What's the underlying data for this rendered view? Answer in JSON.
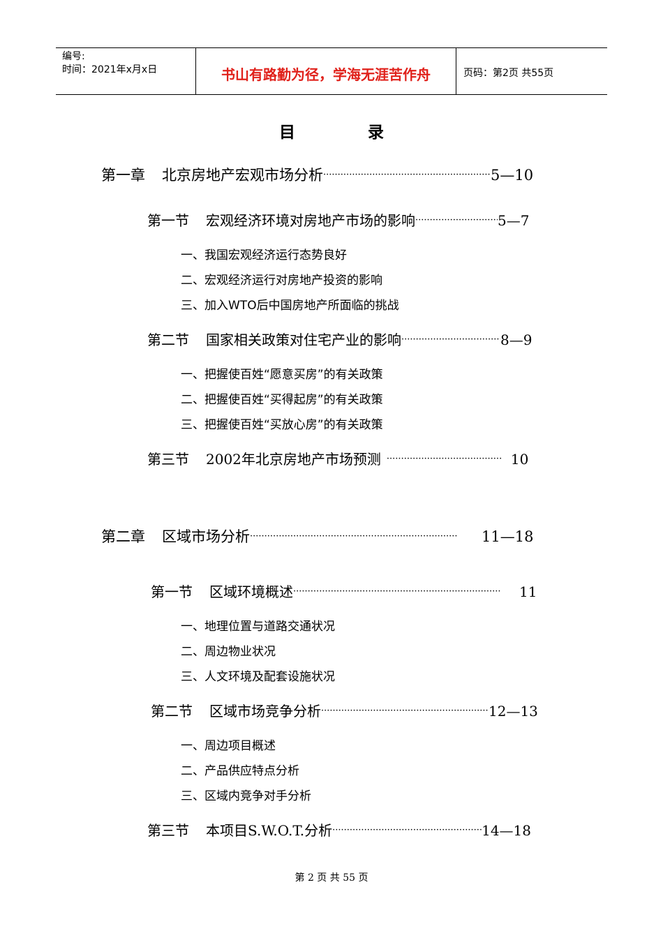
{
  "header": {
    "serial_label": "编号:",
    "date_line": "时间：2021年x月x日",
    "motto": "书山有路勤为径，学海无涯苦作舟",
    "page_info": "页码：第2页  共55页"
  },
  "toc": {
    "title": "目 录",
    "chapter1": {
      "label": "第一章",
      "title": "北京房地产宏观市场分析",
      "pages": "5—10"
    },
    "ch1_sec1": {
      "label": "第一节",
      "title": "宏观经济环境对房地产市场的影响",
      "pages": "5—7",
      "items": [
        "一、我国宏观经济运行态势良好",
        "二、宏观经济运行对房地产投资的影响",
        "三、加入WTO后中国房地产所面临的挑战"
      ]
    },
    "ch1_sec2": {
      "label": "第二节",
      "title": "国家相关政策对住宅产业的影响",
      "pages": "8—9",
      "items": [
        "一、把握使百姓“愿意买房”的有关政策",
        "二、把握使百姓“买得起房”的有关政策",
        "三、把握使百姓“买放心房”的有关政策"
      ]
    },
    "ch1_sec3": {
      "label": "第三节",
      "title": "2002年北京房地产市场预测",
      "pages": "10"
    },
    "chapter2": {
      "label": "第二章",
      "title": "区域市场分析",
      "pages": "11—18"
    },
    "ch2_sec1": {
      "label": "第一节",
      "title": "区域环境概述",
      "pages": "11",
      "items": [
        "一、地理位置与道路交通状况",
        "二、周边物业状况",
        "三、人文环境及配套设施状况"
      ]
    },
    "ch2_sec2": {
      "label": "第二节",
      "title": "区域市场竞争分析",
      "pages": "12—13",
      "items": [
        "一、周边项目概述",
        "二、产品供应特点分析",
        "三、区域内竞争对手分析"
      ]
    },
    "ch2_sec3": {
      "label": "第三节",
      "title": "本项目S.W.O.T.分析",
      "pages": "14—18"
    },
    "leader_dots": "········································································"
  },
  "footer": {
    "page_text": "第 2 页 共 55 页"
  },
  "colors": {
    "motto": "#e0211b",
    "text": "#000000"
  }
}
